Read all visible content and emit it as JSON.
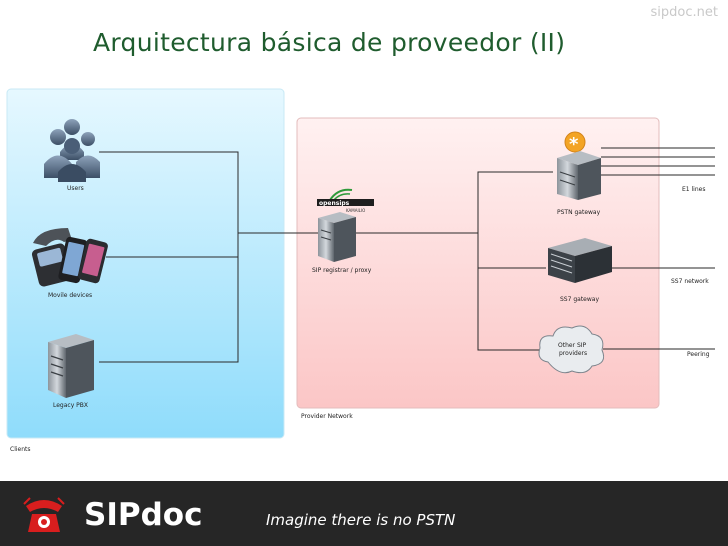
{
  "watermark": "sipdoc.net",
  "title": "Arquitectura básica de proveedor (II)",
  "diagram": {
    "clients_label": "Clients",
    "users_label": "Users",
    "mobile_label": "Movile devices",
    "legacy_pbx_label": "Legacy PBX",
    "provider_network_label": "Provider Network",
    "sip_registrar_label": "SIP registrar / proxy",
    "opensips_logo_text": "opensips",
    "kamailio_text": "KAMAILIO",
    "pstn_gateway_label": "PSTN gateway",
    "ss7_gateway_label": "SS7 gateway",
    "other_sip_label_line1": "Other SIP",
    "other_sip_label_line2": "providers",
    "e1_lines_label": "E1 lines",
    "ss7_network_label": "SS7 network",
    "peering_label": "Peering"
  },
  "colors": {
    "title": "#1f5c2e",
    "clients_bg": "#9fe0fb",
    "provider_bg": "#fbd2d2",
    "footer_bg": "#262626",
    "logo_red": "#d81e1e"
  },
  "footer": {
    "brand": "SIPdoc",
    "tagline": "Imagine there is no PSTN"
  }
}
